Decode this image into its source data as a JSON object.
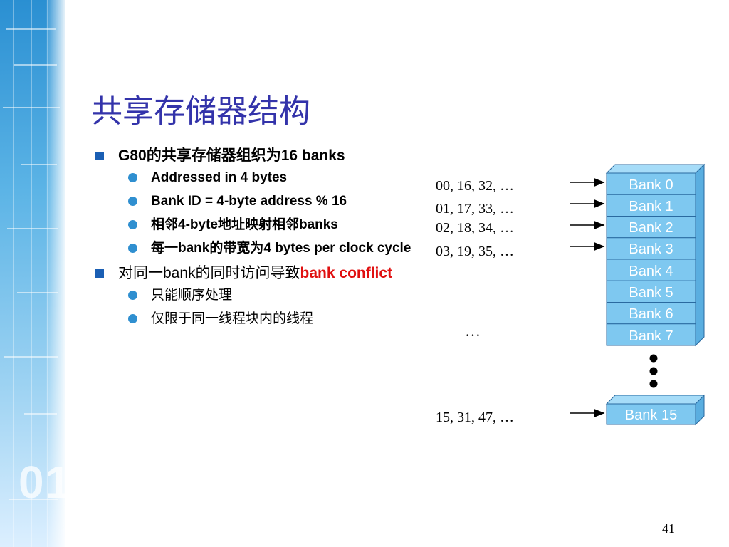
{
  "title": "共享存储器结构",
  "bullets": [
    {
      "parts": [
        {
          "text": "G80的共享存储器组织为16 banks",
          "color": "#000000"
        }
      ],
      "subs": [
        {
          "text": "Addressed in 4 bytes"
        },
        {
          "text": "Bank ID = 4-byte address % 16"
        },
        {
          "text": "相邻4-byte地址映射相邻banks"
        },
        {
          "text": "每一bank的带宽为4 bytes per clock cycle"
        }
      ]
    },
    {
      "parts": [
        {
          "text": "对同一bank的同时访问导致",
          "color": "#000000"
        },
        {
          "text": "bank conflict",
          "color": "#e01010"
        }
      ],
      "subs": [
        {
          "text": "只能顺序处理"
        },
        {
          "text": "仅限于同一线程块内的线程"
        }
      ]
    }
  ],
  "addresses": [
    "00, 16, 32, …",
    "01, 17, 33, …",
    "02, 18, 34, …",
    "03, 19, 35, …",
    "15, 31, 47, …"
  ],
  "middle_ellipsis": "…",
  "banks": [
    "Bank 0",
    "Bank 1",
    "Bank 2",
    "Bank 3",
    "Bank 4",
    "Bank 5",
    "Bank 6",
    "Bank 7",
    "Bank 15"
  ],
  "page_number": "41",
  "colors": {
    "title": "#3333aa",
    "bank_fill": "#7ec8f0",
    "bank_text": "#ffffff",
    "highlight": "#e01010"
  }
}
